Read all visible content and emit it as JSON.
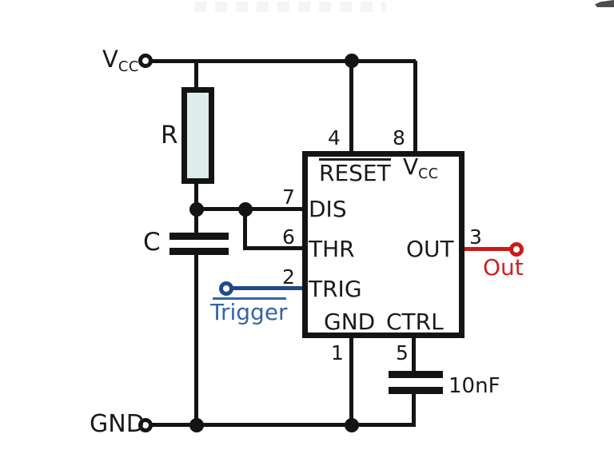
{
  "colors": {
    "wire": "#141414",
    "trigger_wire": "#204a87",
    "trigger_text": "#3465a4",
    "out_wire": "#cc1a1a",
    "out_text": "#cc2222",
    "resistor_fill": "#dfecec",
    "background": "#ffffff"
  },
  "terminals": {
    "vcc": {
      "main": "V",
      "sub": "CC"
    },
    "gnd": "GND",
    "trigger": "Trigger",
    "out": "Out"
  },
  "components": {
    "resistor": "R",
    "timing_capacitor": "C",
    "control_capacitor": "10nF"
  },
  "ic": {
    "pins": [
      {
        "name": "RESET",
        "number": "4",
        "overline": true
      },
      {
        "name": "VCC",
        "main": "V",
        "sub": "CC",
        "number": "8"
      },
      {
        "name": "DIS",
        "number": "7"
      },
      {
        "name": "THR",
        "number": "6"
      },
      {
        "name": "TRIG",
        "number": "2"
      },
      {
        "name": "OUT",
        "number": "3"
      },
      {
        "name": "GND",
        "number": "1"
      },
      {
        "name": "CTRL",
        "number": "5"
      }
    ]
  }
}
